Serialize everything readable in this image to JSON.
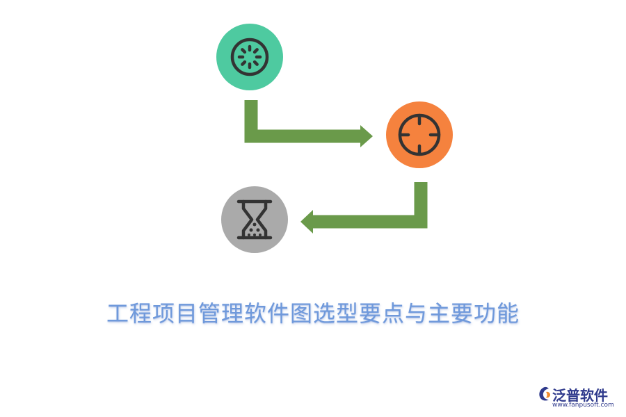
{
  "title": "工程项目管理软件图选型要点与主要功能",
  "colors": {
    "node_green": "#4ecaa0",
    "node_orange": "#f5823e",
    "node_gray": "#aaaaaa",
    "arrow": "#6a9a4a",
    "icon_stroke": "#333333",
    "title": "#6f99db",
    "logo": "#2f3a8c",
    "logo_accent": "#f08a2c"
  },
  "nodes": [
    {
      "id": "step-1",
      "icon": "loading-icon",
      "color": "#4ecaa0"
    },
    {
      "id": "step-2",
      "icon": "target-icon",
      "color": "#f5823e"
    },
    {
      "id": "step-3",
      "icon": "hourglass-icon",
      "color": "#aaaaaa"
    }
  ],
  "logo": {
    "name": "泛普软件",
    "url": "www.fanpusoft.com"
  }
}
